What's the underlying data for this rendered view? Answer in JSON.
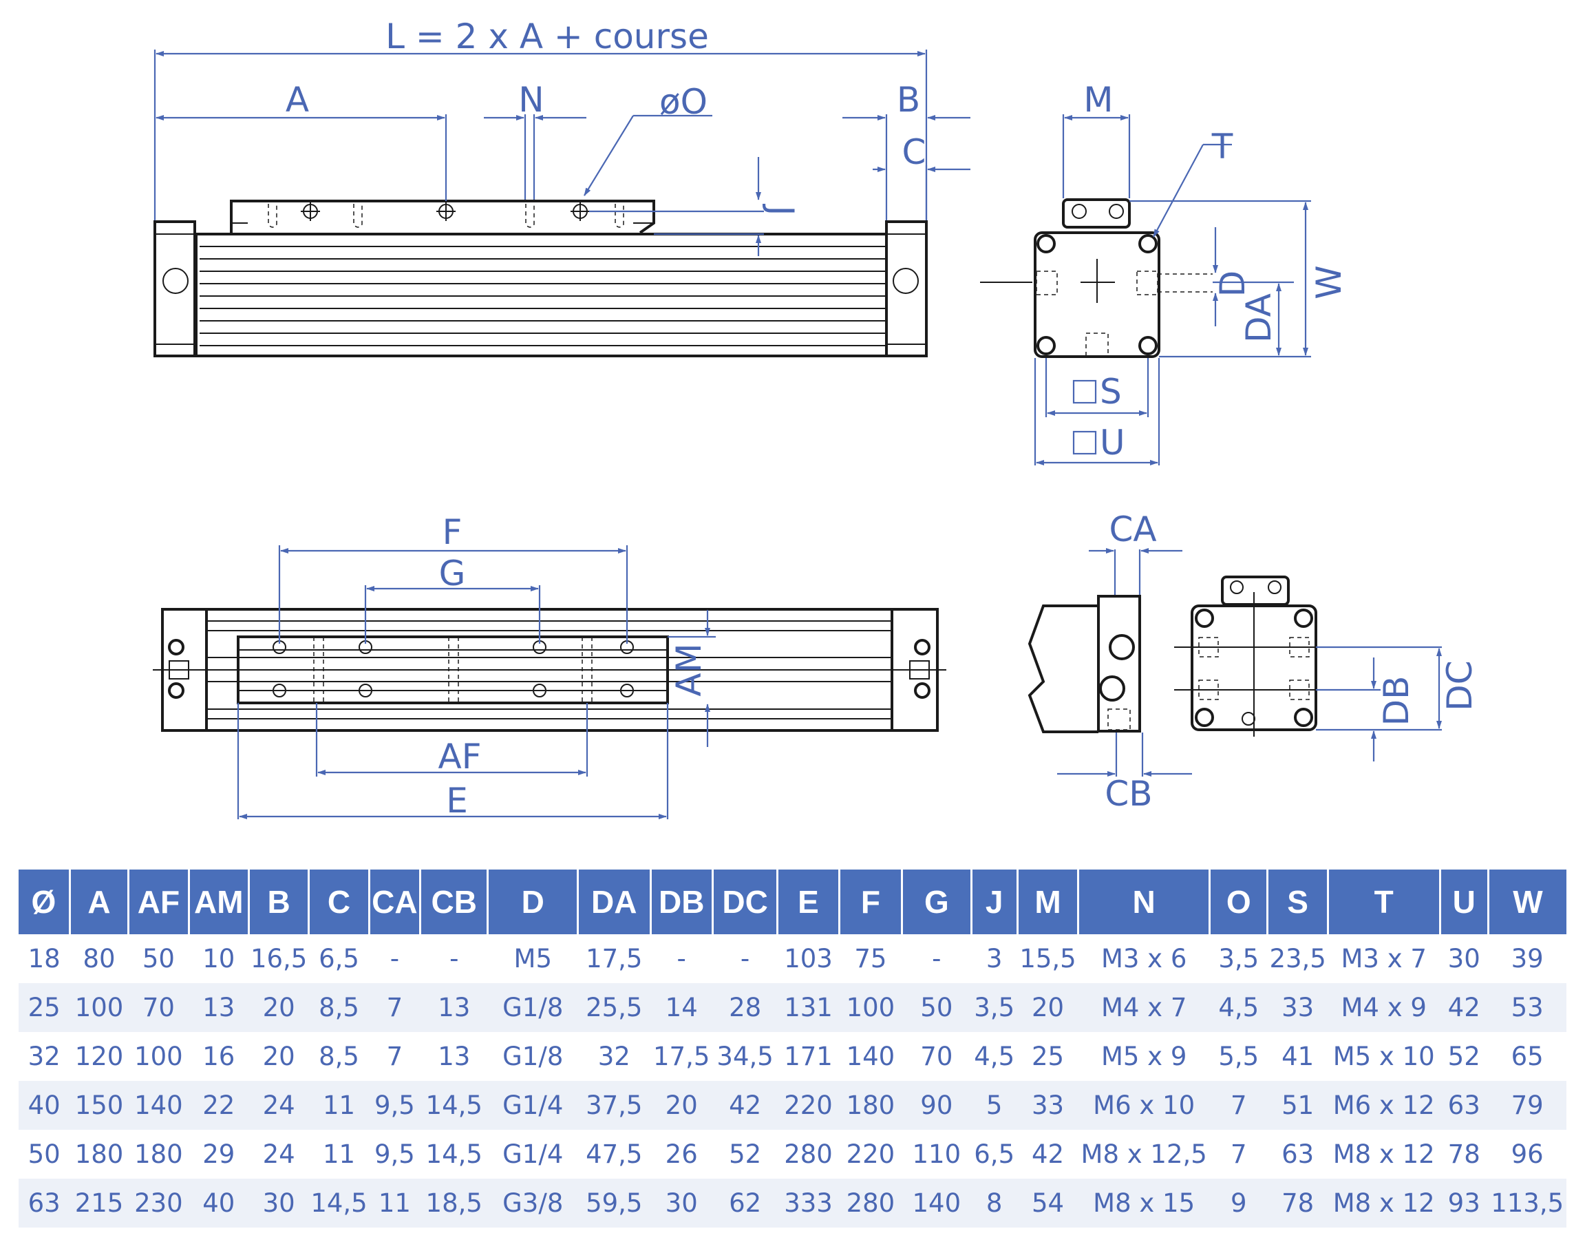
{
  "drawing_labels": {
    "L": "L = 2 x A + course",
    "A": "A",
    "N": "N",
    "O": "øO",
    "B": "B",
    "C": "C",
    "J": "J",
    "M": "M",
    "T": "T",
    "W": "W",
    "D": "D",
    "DA": "DA",
    "S": "S",
    "U": "U",
    "F": "F",
    "G": "G",
    "AM": "AM",
    "AF": "AF",
    "E": "E",
    "CA": "CA",
    "CB": "CB",
    "DB": "DB",
    "DC": "DC"
  },
  "table": {
    "headers": [
      "Ø",
      "A",
      "AF",
      "AM",
      "B",
      "C",
      "CA",
      "CB",
      "D",
      "DA",
      "DB",
      "DC",
      "E",
      "F",
      "G",
      "J",
      "M",
      "N",
      "O",
      "S",
      "T",
      "U",
      "W"
    ],
    "rows": [
      [
        "18",
        "80",
        "50",
        "10",
        "16,5",
        "6,5",
        "-",
        "-",
        "M5",
        "17,5",
        "-",
        "-",
        "103",
        "75",
        "-",
        "3",
        "15,5",
        "M3 x 6",
        "3,5",
        "23,5",
        "M3 x 7",
        "30",
        "39"
      ],
      [
        "25",
        "100",
        "70",
        "13",
        "20",
        "8,5",
        "7",
        "13",
        "G1/8",
        "25,5",
        "14",
        "28",
        "131",
        "100",
        "50",
        "3,5",
        "20",
        "M4 x 7",
        "4,5",
        "33",
        "M4 x 9",
        "42",
        "53"
      ],
      [
        "32",
        "120",
        "100",
        "16",
        "20",
        "8,5",
        "7",
        "13",
        "G1/8",
        "32",
        "17,5",
        "34,5",
        "171",
        "140",
        "70",
        "4,5",
        "25",
        "M5 x 9",
        "5,5",
        "41",
        "M5 x 10",
        "52",
        "65"
      ],
      [
        "40",
        "150",
        "140",
        "22",
        "24",
        "11",
        "9,5",
        "14,5",
        "G1/4",
        "37,5",
        "20",
        "42",
        "220",
        "180",
        "90",
        "5",
        "33",
        "M6 x 10",
        "7",
        "51",
        "M6 x 12",
        "63",
        "79"
      ],
      [
        "50",
        "180",
        "180",
        "29",
        "24",
        "11",
        "9,5",
        "14,5",
        "G1/4",
        "47,5",
        "26",
        "52",
        "280",
        "220",
        "110",
        "6,5",
        "42",
        "M8 x 12,5",
        "7",
        "63",
        "M8 x 12",
        "78",
        "96"
      ],
      [
        "63",
        "215",
        "230",
        "40",
        "30",
        "14,5",
        "11",
        "18,5",
        "G3/8",
        "59,5",
        "30",
        "62",
        "333",
        "280",
        "140",
        "8",
        "54",
        "M8 x 15",
        "9",
        "78",
        "M8 x 12",
        "93",
        "113,5"
      ]
    ]
  },
  "colors": {
    "accent": "#4a6fba",
    "dimension": "#4a67b3",
    "line": "#1a1a1a",
    "stripe": "#edf1f8"
  }
}
